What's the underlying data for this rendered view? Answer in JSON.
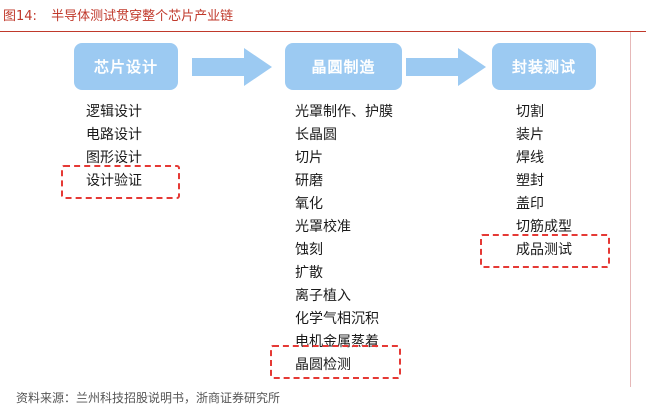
{
  "figure": {
    "number": "图14:",
    "title": "半导体测试贯穿整个芯片产业链"
  },
  "stages": [
    {
      "label": "芯片设计",
      "items": [
        "逻辑设计",
        "电路设计",
        "图形设计",
        "设计验证"
      ],
      "highlighted": "设计验证"
    },
    {
      "label": "晶圆制造",
      "items": [
        "光罩制作、护膜",
        "长晶圆",
        "切片",
        "研磨",
        "氧化",
        "光罩校准",
        "蚀刻",
        "扩散",
        "离子植入",
        "化学气相沉积",
        "电机金属蒸着",
        "晶圆检测"
      ],
      "highlighted": "晶圆检测"
    },
    {
      "label": "封装测试",
      "items": [
        "切割",
        "装片",
        "焊线",
        "塑封",
        "盖印",
        "切筋成型",
        "成品测试"
      ],
      "highlighted": "成品测试"
    }
  ],
  "colors": {
    "stage_box": "#9ccaf2",
    "arrow": "#9ccaf2",
    "highlight": "#e53935",
    "title": "#c0392b"
  },
  "source": "资料来源：兰州科技招股说明书，浙商证券研究所"
}
